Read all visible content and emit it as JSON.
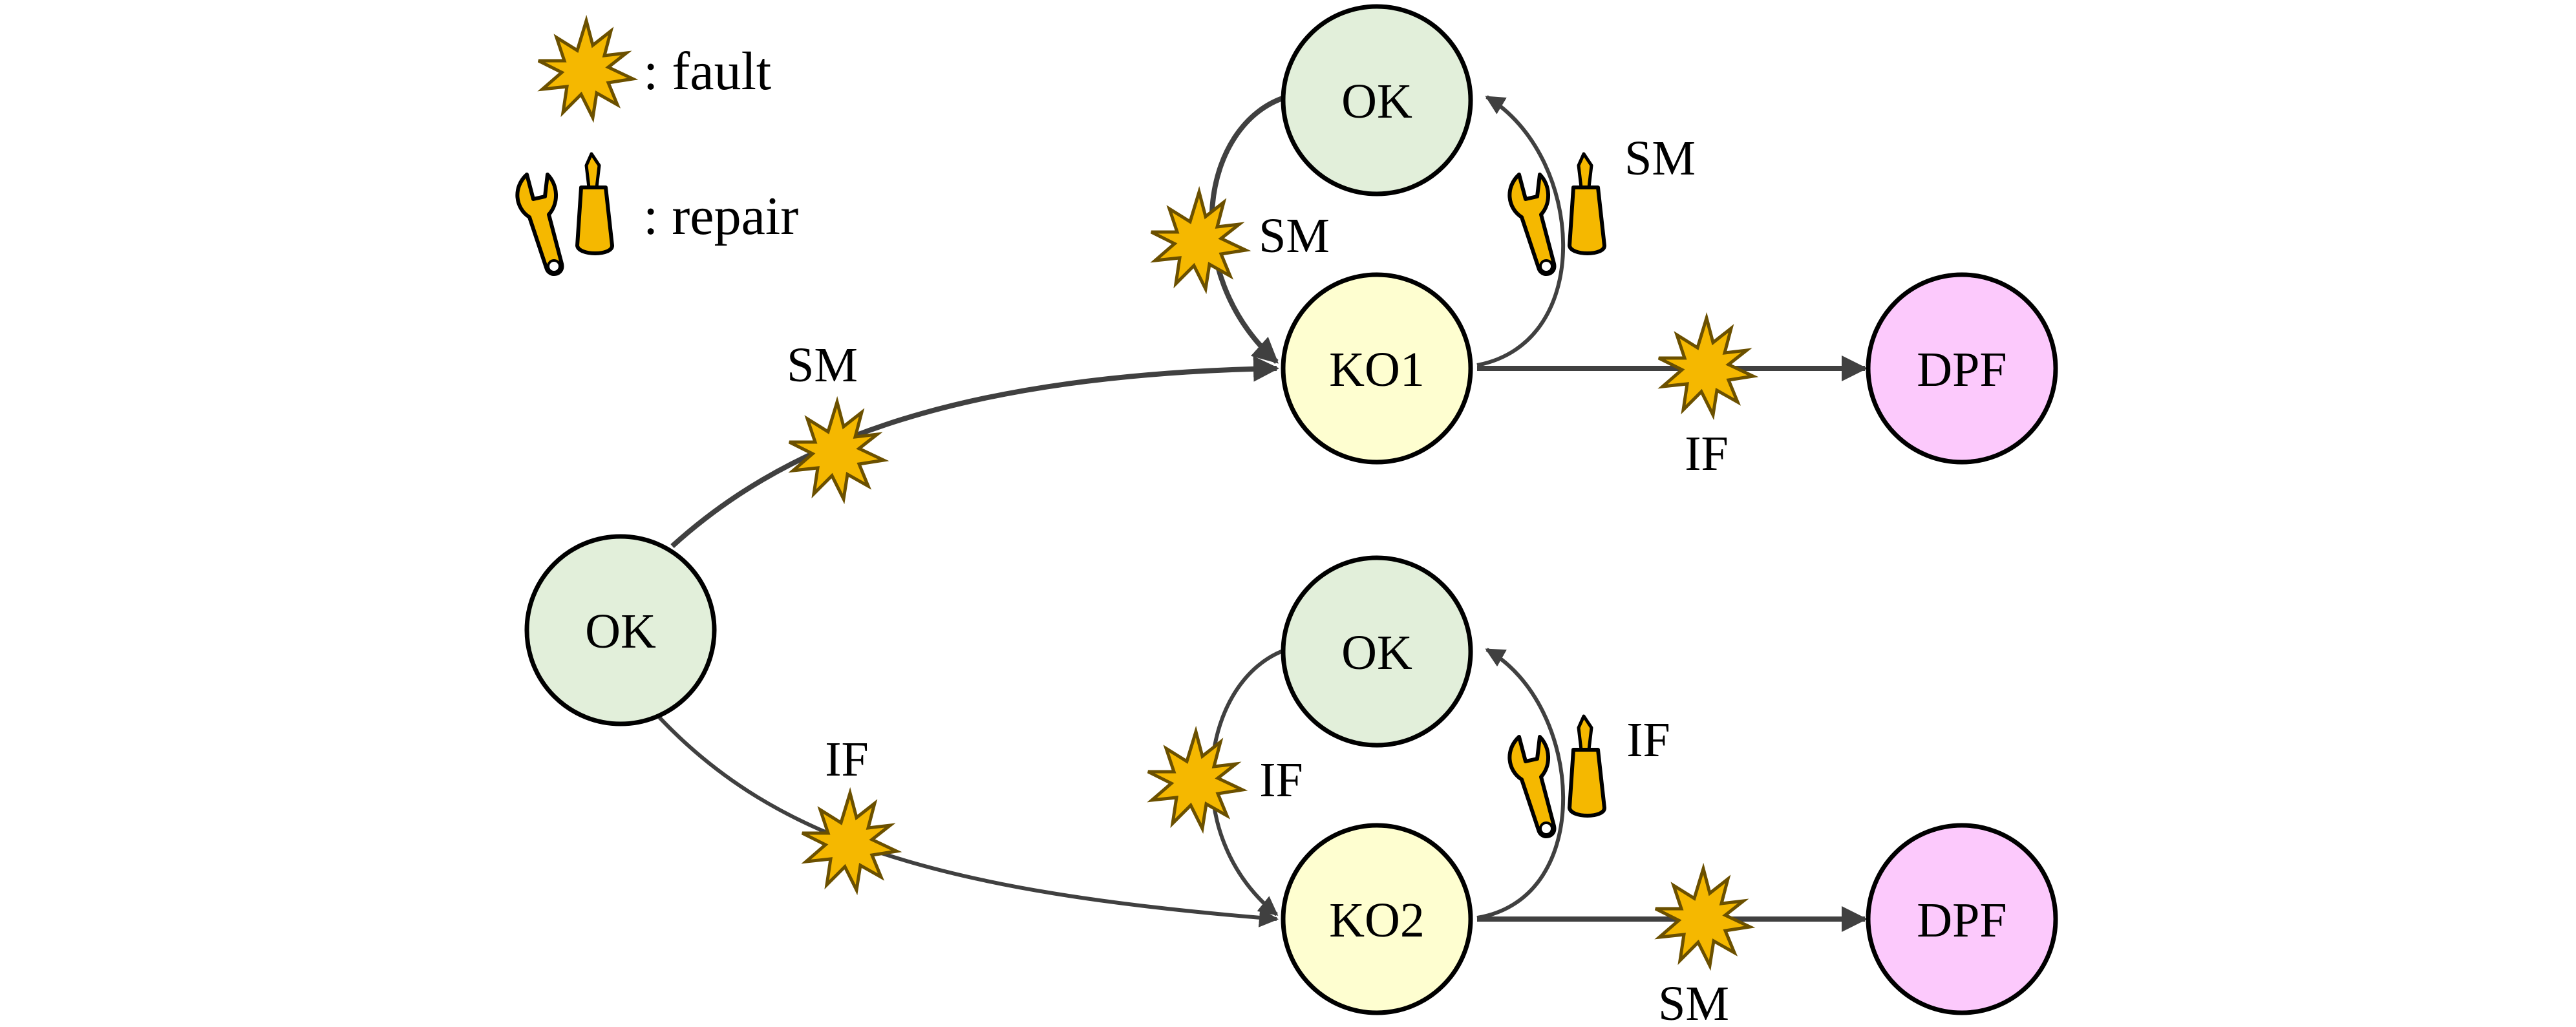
{
  "legend": {
    "fault_label": ": fault",
    "repair_label": ": repair"
  },
  "nodes": {
    "ok_start": "OK",
    "ok_top": "OK",
    "ko1": "KO1",
    "dpf_top": "DPF",
    "ok_bottom": "OK",
    "ko2": "KO2",
    "dpf_bottom": "DPF"
  },
  "edges": {
    "start_to_ko1": "SM",
    "start_to_ko2": "IF",
    "ok_top_to_ko1": "SM",
    "ko1_to_ok_top": "SM",
    "ko1_to_dpf": "IF",
    "ok_bottom_to_ko2": "IF",
    "ko2_to_ok_bottom": "IF",
    "ko2_to_dpf": "SM"
  },
  "colors": {
    "ok_fill": "#e2efda",
    "ko_fill": "#fefed0",
    "dpf_fill": "#fcc9fc",
    "fault_fill": "#f5b800",
    "fault_stroke": "#6b5000",
    "repair_fill": "#f5b800",
    "edge": "#404040",
    "node_stroke": "#000000"
  },
  "icons": {
    "fault": "starburst-icon",
    "repair": "wrench-screwdriver-icon"
  }
}
